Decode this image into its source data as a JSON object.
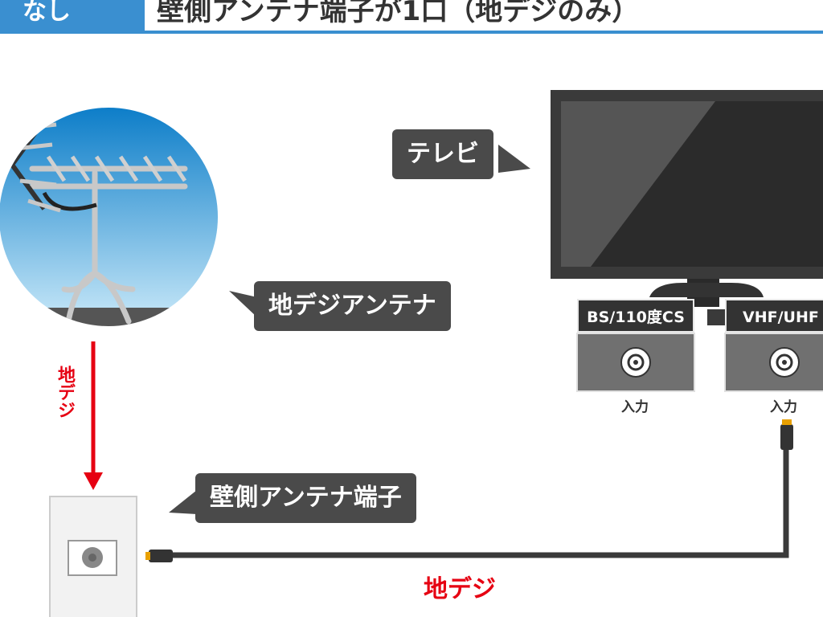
{
  "header": {
    "tag": "なし",
    "title": "壁側アンテナ端子が1口（地デジのみ）"
  },
  "labels": {
    "tv": "テレビ",
    "antenna": "地デジアンテナ",
    "wall_terminal": "壁側アンテナ端子",
    "signal_vertical": "地デジ",
    "signal_cable": "地デジ"
  },
  "ports": [
    {
      "name": "BS/110度CS",
      "io": "入力"
    },
    {
      "name": "VHF/UHF",
      "io": "入力"
    }
  ],
  "colors": {
    "accent": "#3a8fd0",
    "signal": "#e60012",
    "bubble": "#4a4a4a"
  }
}
